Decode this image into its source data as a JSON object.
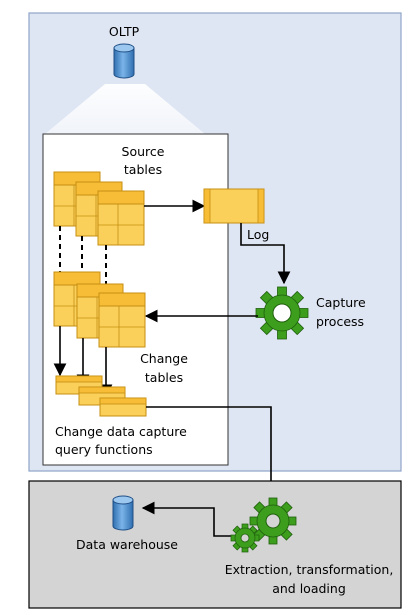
{
  "labels": {
    "oltp": "OLTP",
    "source_line1": "Source",
    "source_line2": "tables",
    "log": "Log",
    "capture_line1": "Capture",
    "capture_line2": "process",
    "change_line1": "Change",
    "change_line2": "tables",
    "query_line1": "Change data capture",
    "query_line2": "query functions",
    "warehouse": "Data warehouse",
    "etl_line1": "Extraction, transformation,",
    "etl_line2": "and loading"
  },
  "colors": {
    "oltp_region_fill": "#dfe6f3",
    "oltp_region_border": "#8fa3c8",
    "warehouse_region_fill": "#d4d4d4",
    "table_fill": "#fbd05a",
    "table_header": "#f7bd36",
    "table_border": "#c58f12",
    "gear_fill": "#3d9e1d",
    "cylinder_fill": "#4b8fd0"
  },
  "icons": [
    "database-cylinder-icon",
    "gear-icon",
    "table-icon",
    "log-icon"
  ]
}
